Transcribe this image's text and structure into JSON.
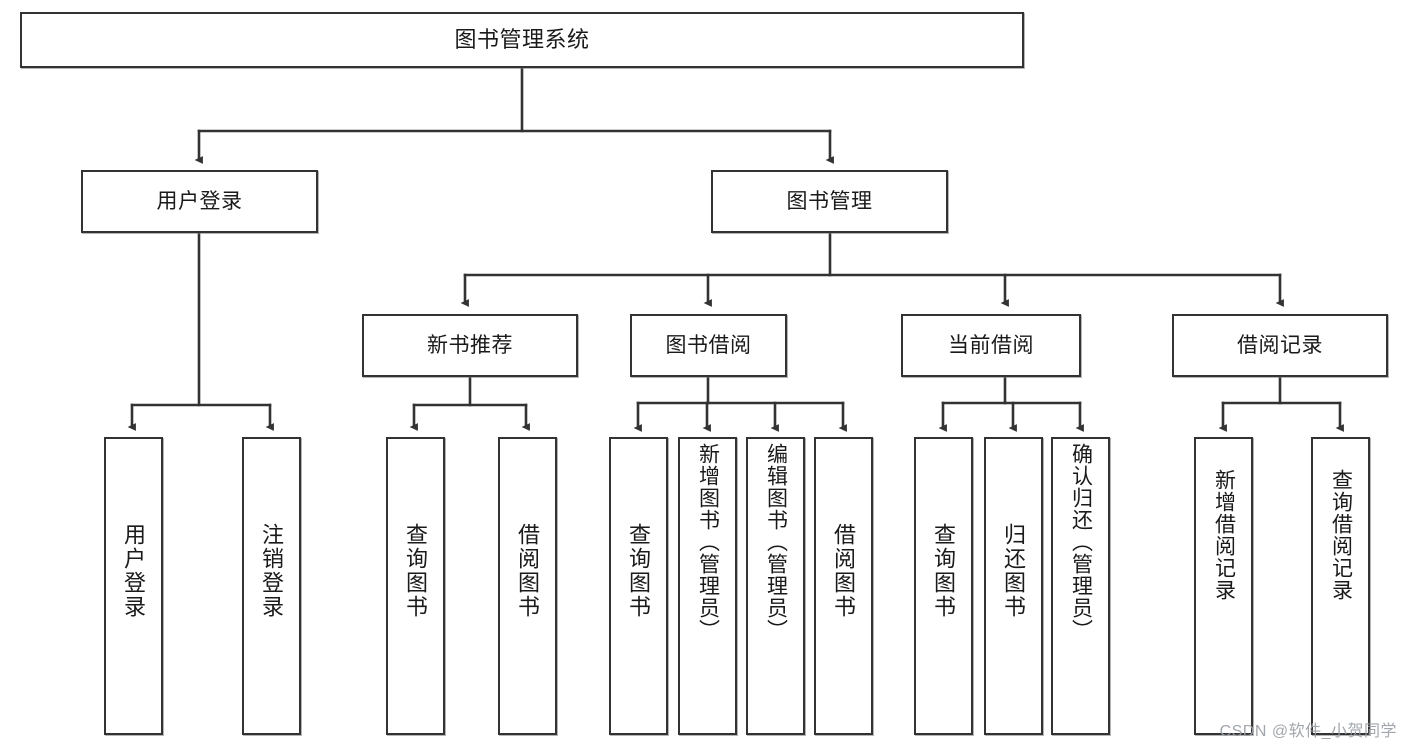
{
  "diagram": {
    "title": "图书管理系统",
    "type": "tree",
    "colors": {
      "node_border": "#333333",
      "node_fill": "#ffffff",
      "edge": "#333333",
      "text": "#1a1a1a",
      "watermark": "#9aa0a6"
    },
    "nodes": {
      "root": {
        "label": "图书管理系统"
      },
      "level2": [
        {
          "id": "user-login",
          "label": "用户登录"
        },
        {
          "id": "book-manage",
          "label": "图书管理"
        }
      ],
      "level3": [
        {
          "id": "new-book-recommend",
          "label": "新书推荐"
        },
        {
          "id": "book-borrow",
          "label": "图书借阅"
        },
        {
          "id": "current-borrow",
          "label": "当前借阅"
        },
        {
          "id": "borrow-record",
          "label": "借阅记录"
        }
      ],
      "leaves": {
        "user-login": [
          {
            "id": "leaf-user-login",
            "label": "用户登录"
          },
          {
            "id": "leaf-user-logout",
            "label": "注销登录"
          }
        ],
        "new-book-recommend": [
          {
            "id": "leaf-query-book-1",
            "label": "查询图书"
          },
          {
            "id": "leaf-borrow-book-1",
            "label": "借阅图书"
          }
        ],
        "book-borrow": [
          {
            "id": "leaf-query-book-2",
            "label": "查询图书"
          },
          {
            "id": "leaf-add-book",
            "label": "新增图书（管理员）"
          },
          {
            "id": "leaf-edit-book",
            "label": "编辑图书（管理员）"
          },
          {
            "id": "leaf-borrow-book-2",
            "label": "借阅图书"
          }
        ],
        "current-borrow": [
          {
            "id": "leaf-query-book-3",
            "label": "查询图书"
          },
          {
            "id": "leaf-return-book",
            "label": "归还图书"
          },
          {
            "id": "leaf-confirm-return",
            "label": "确认归还（管理员）"
          }
        ],
        "borrow-record": [
          {
            "id": "leaf-add-record",
            "label": "新增借阅记录"
          },
          {
            "id": "leaf-query-record",
            "label": "查询借阅记录"
          }
        ]
      }
    },
    "watermark": "CSDN @软件_小贺同学"
  }
}
